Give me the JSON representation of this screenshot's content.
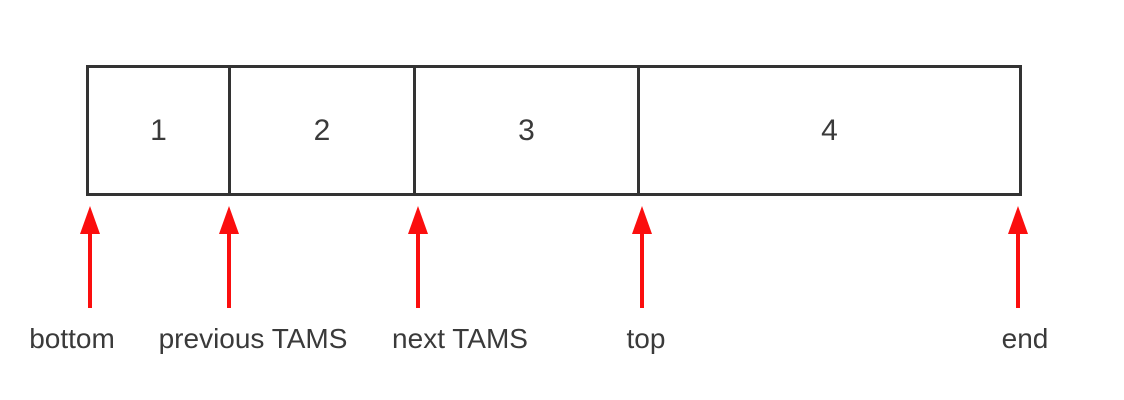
{
  "diagram": {
    "description": "Buffer timeline split into four numbered segments with red arrows marking positions",
    "segments": [
      {
        "label": "1"
      },
      {
        "label": "2"
      },
      {
        "label": "3"
      },
      {
        "label": "4"
      }
    ],
    "pointers": [
      {
        "label": "bottom"
      },
      {
        "label": "previous TAMS"
      },
      {
        "label": "next TAMS"
      },
      {
        "label": "top"
      },
      {
        "label": "end"
      }
    ],
    "colors": {
      "arrow": "#fb0e0e",
      "border": "#333333",
      "text": "#3a3a3a",
      "background": "#ffffff"
    }
  }
}
